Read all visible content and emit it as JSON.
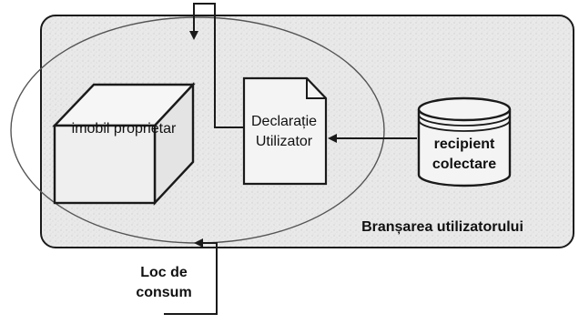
{
  "diagram": {
    "region_label": "Branșarea utilizatorului",
    "property_label": "imobil proprietar",
    "declaration_label_line1": "Declarație",
    "declaration_label_line2": "Utilizator",
    "container_label_line1": "recipient",
    "container_label_line2": "colectare",
    "consumption_label_line1": "Loc de",
    "consumption_label_line2": "consum"
  },
  "colors": {
    "stroke": "#1a1a1a",
    "panel_fill": "#e8e8e8",
    "shape_fill": "#f4f4f4",
    "ellipse_stroke": "#555555"
  }
}
